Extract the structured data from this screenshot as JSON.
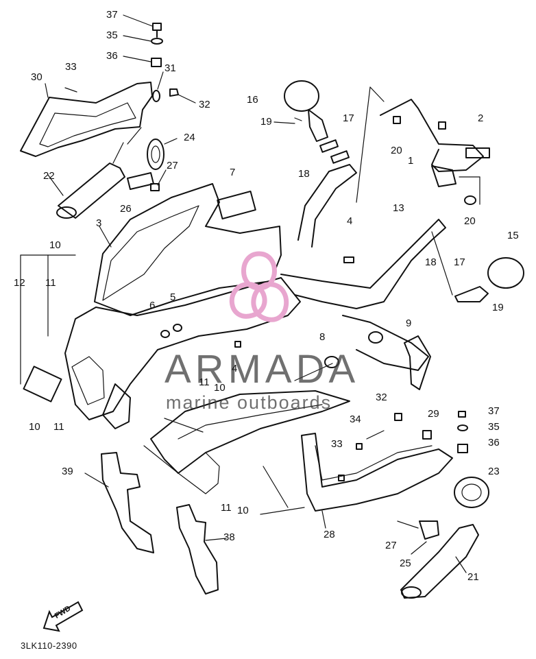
{
  "drawing_code": "3LK110-2390",
  "fwd_label": "FWD",
  "watermark": {
    "name": "ARMADA",
    "tagline": "marine outboards",
    "logo_color": "#e8a6cf",
    "text_color": "#3a3a3a"
  },
  "labels": {
    "p37a": "37",
    "p35a": "35",
    "p36a": "36",
    "p30": "30",
    "p33a": "33",
    "p31": "31",
    "p32a": "32",
    "p24": "24",
    "p27a": "27",
    "p22": "22",
    "p26": "26",
    "p16": "16",
    "p19a": "19",
    "p17a": "17",
    "p18a": "18",
    "p7": "7",
    "p2": "2",
    "p20a": "20",
    "p1": "1",
    "p20b": "20",
    "p3": "3",
    "p13": "13",
    "p4a": "4",
    "p18b": "18",
    "p15": "15",
    "p17b": "17",
    "p19b": "19",
    "p10a": "10",
    "p12": "12",
    "p11a": "11",
    "p6": "6",
    "p5": "5",
    "p9": "9",
    "p8": "8",
    "p4b": "4",
    "p11b": "11",
    "p10b": "10",
    "p10c": "10",
    "p11c": "11",
    "p32b": "32",
    "p29": "29",
    "p37b": "37",
    "p34": "34",
    "p35b": "35",
    "p33b": "33",
    "p36b": "36",
    "p23": "23",
    "p39": "39",
    "p11d": "11",
    "p10d": "10",
    "p38": "38",
    "p28": "28",
    "p27b": "27",
    "p25": "25",
    "p21": "21"
  }
}
